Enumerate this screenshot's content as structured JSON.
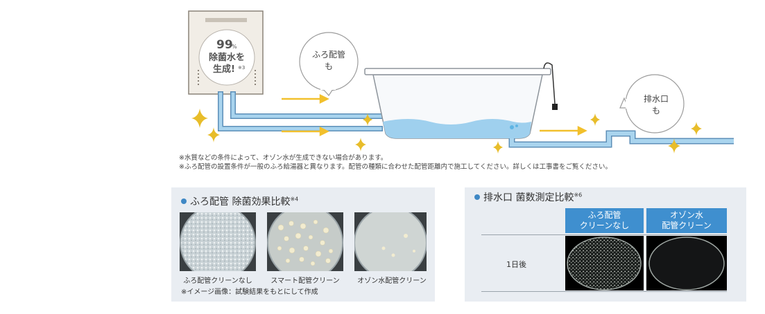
{
  "diagram": {
    "unit_bubble": {
      "percent": "99",
      "percent_sign": "%",
      "line1": "除菌水を",
      "line2": "生成!",
      "note_mark": "※3"
    },
    "bubble_pipe": {
      "line1": "ふろ配管",
      "line2": "も"
    },
    "bubble_drain": {
      "line1": "排水口",
      "line2": "も"
    }
  },
  "notes": [
    "※水質などの条件によって、オゾン水が生成できない場合があります。",
    "※ふろ配管の設置条件が一般のふろ給湯器と異なります。配管の種類に合わせた配管距離内で施工してください。詳しくは工事書をご覧ください。"
  ],
  "left_panel": {
    "title": "ふろ配管  除菌効果比較",
    "title_note": "※4",
    "plates": [
      {
        "caption": "ふろ配管クリーンなし"
      },
      {
        "caption": "スマート配管クリーン"
      },
      {
        "caption": "オゾン水配管クリーン"
      }
    ],
    "footnote": "※イメージ画像：試験結果をもとにして作成"
  },
  "right_panel": {
    "title": "排水口  菌数測定比較",
    "title_note": "※6",
    "columns": [
      {
        "line1": "ふろ配管",
        "line2": "クリーンなし"
      },
      {
        "line1": "オゾン水",
        "line2": "配管クリーン"
      }
    ],
    "row_label": "1日後"
  },
  "colors": {
    "accent": "#3f8fcf",
    "pipe": "#a9d4ee",
    "water": "#9fd0ee",
    "sparkle": "#e8bd2a",
    "arrow": "#f2c02c"
  }
}
